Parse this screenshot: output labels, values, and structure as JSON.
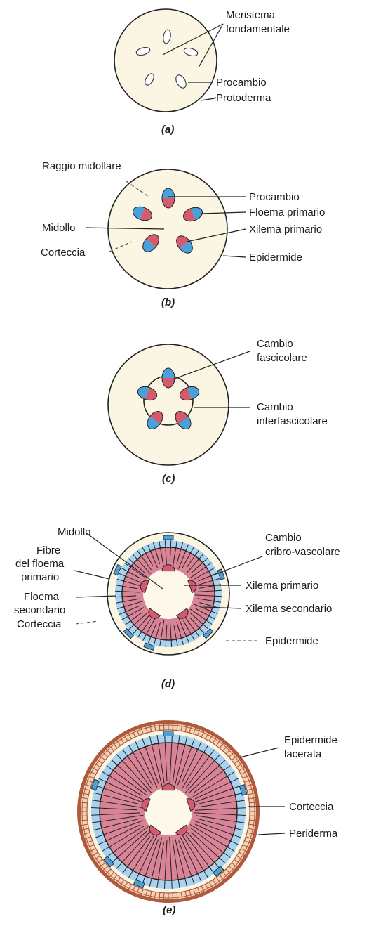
{
  "colors": {
    "cream": "#fbf6e3",
    "phloem_blue": "#4aa0d8",
    "light_blue": "#a9d2ee",
    "xylem_red": "#d45a6e",
    "pink_wood": "#d98496",
    "pith": "#fdf8ea",
    "bark": "#b05a3c",
    "outline": "#222222"
  },
  "panels": {
    "a": {
      "caption": "(a)",
      "labels": {
        "meristema": "Meristema",
        "fondamentale": "fondamentale",
        "procambio": "Procambio",
        "protoderma": "Protoderma"
      }
    },
    "b": {
      "caption": "(b)",
      "labels": {
        "raggio_midollare": "Raggio midollare",
        "midollo": "Midollo",
        "corteccia": "Corteccia",
        "procambio": "Procambio",
        "floema_primario": "Floema primario",
        "xilema_primario": "Xilema primario",
        "epidermide": "Epidermide"
      }
    },
    "c": {
      "caption": "(c)",
      "labels": {
        "cambio_1": "Cambio",
        "fascicolare": "fascicolare",
        "cambio_2": "Cambio",
        "interfascicolare": "interfascicolare"
      }
    },
    "d": {
      "caption": "(d)",
      "labels": {
        "midollo": "Midollo",
        "fibre": "Fibre",
        "del_floema": "del floema",
        "primario": "primario",
        "floema": "Floema",
        "secondario": "secondario",
        "corteccia": "Corteccia",
        "cambio": "Cambio",
        "cribro_vascolare": "cribro-vascolare",
        "xilema_primario": "Xilema primario",
        "xilema_secondario": "Xilema secondario",
        "epidermide": "Epidermide"
      }
    },
    "e": {
      "caption": "(e)",
      "labels": {
        "epidermide": "Epidermide",
        "lacerata": "lacerata",
        "corteccia": "Corteccia",
        "periderma": "Periderma"
      }
    }
  }
}
